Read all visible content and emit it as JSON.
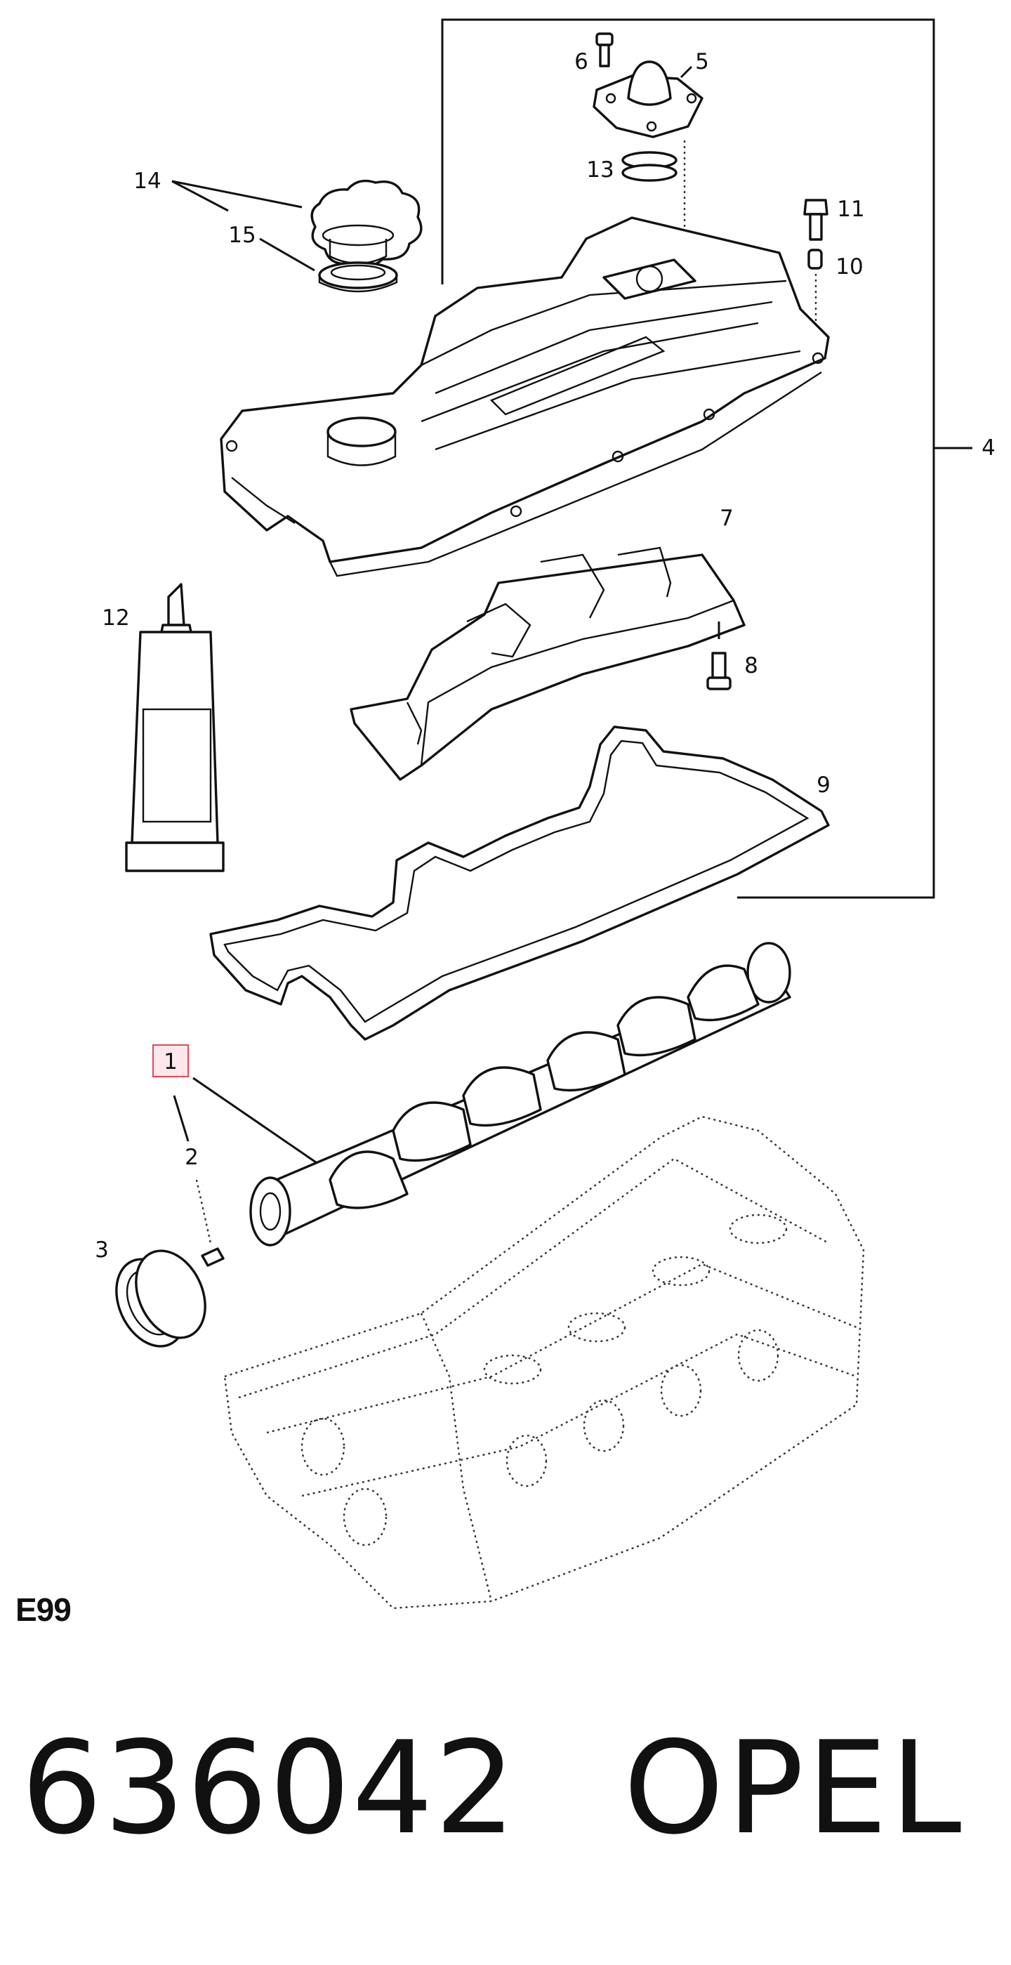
{
  "diagram": {
    "callouts": [
      {
        "id": "c1",
        "text": "1"
      },
      {
        "id": "c2",
        "text": "2"
      },
      {
        "id": "c3",
        "text": "3"
      },
      {
        "id": "c4",
        "text": "4"
      },
      {
        "id": "c5",
        "text": "5"
      },
      {
        "id": "c6",
        "text": "6"
      },
      {
        "id": "c7",
        "text": "7"
      },
      {
        "id": "c8",
        "text": "8"
      },
      {
        "id": "c9",
        "text": "9"
      },
      {
        "id": "c10",
        "text": "10"
      },
      {
        "id": "c11",
        "text": "11"
      },
      {
        "id": "c12",
        "text": "12"
      },
      {
        "id": "c13",
        "text": "13"
      },
      {
        "id": "c14",
        "text": "14"
      },
      {
        "id": "c15",
        "text": "15"
      }
    ],
    "highlight": {
      "callout": "1",
      "color": "#e04a55"
    },
    "code": "E99"
  },
  "caption": {
    "part_number": "636042",
    "brand": "OPEL"
  }
}
